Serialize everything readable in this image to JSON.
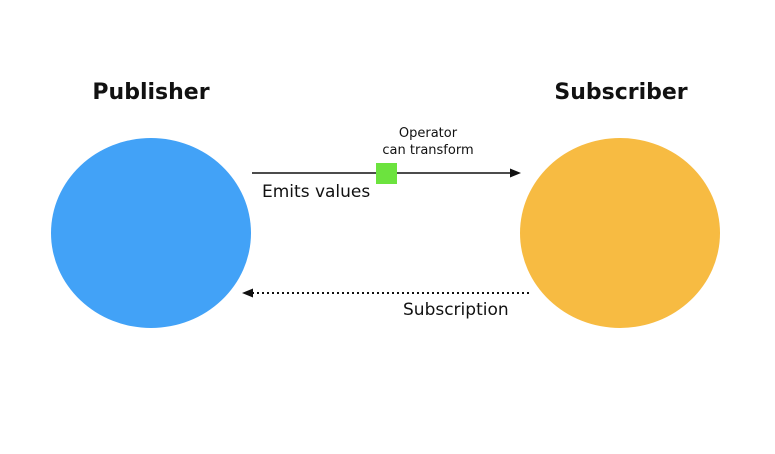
{
  "publisher": {
    "title": "Publisher",
    "color": "#42a2f7"
  },
  "subscriber": {
    "title": "Subscriber",
    "color": "#f7bb42"
  },
  "emit_edge": {
    "label": "Emits values",
    "style": "solid",
    "direction": "publisher-to-subscriber"
  },
  "subscription_edge": {
    "label": "Subscription",
    "style": "dotted",
    "direction": "subscriber-to-publisher"
  },
  "operator": {
    "label_line1": "Operator",
    "label_line2": "can transform",
    "color": "#6ce33e"
  },
  "colors": {
    "text": "#111111",
    "line": "#111111"
  }
}
